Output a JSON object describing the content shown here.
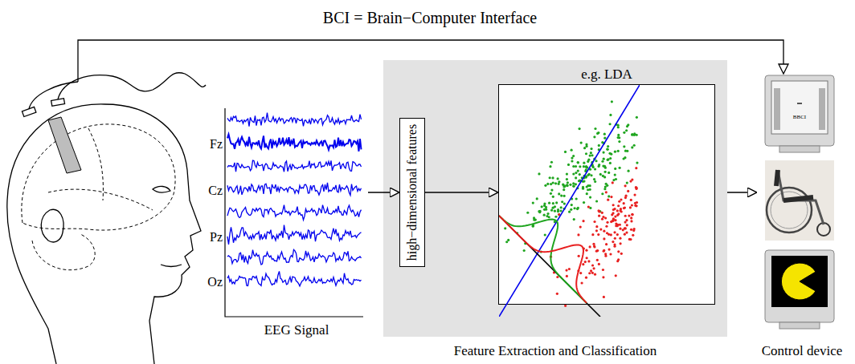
{
  "diagram": {
    "title": "BCI = Brain−Computer Interface",
    "nodes": [
      {
        "text": [
          "EEG Signal"
        ]
      },
      {
        "text": [
          "Feature Extraction and Classification"
        ]
      },
      {
        "text": [
          "high−dimensional features"
        ],
        "in": 1
      },
      {
        "text": [
          "e.g. LDA"
        ],
        "in": 1
      },
      {
        "text": [
          "Control device"
        ]
      }
    ],
    "edges": [
      {
        "from": 0,
        "to": 2,
        "arrow": "to"
      },
      {
        "from": 2,
        "to": 3,
        "arrow": "to"
      },
      {
        "from": 1,
        "to": 4,
        "arrow": "to"
      }
    ],
    "labels": [
      "Fz",
      "Cz",
      "Pz",
      "Oz",
      "BBCI"
    ]
  }
}
